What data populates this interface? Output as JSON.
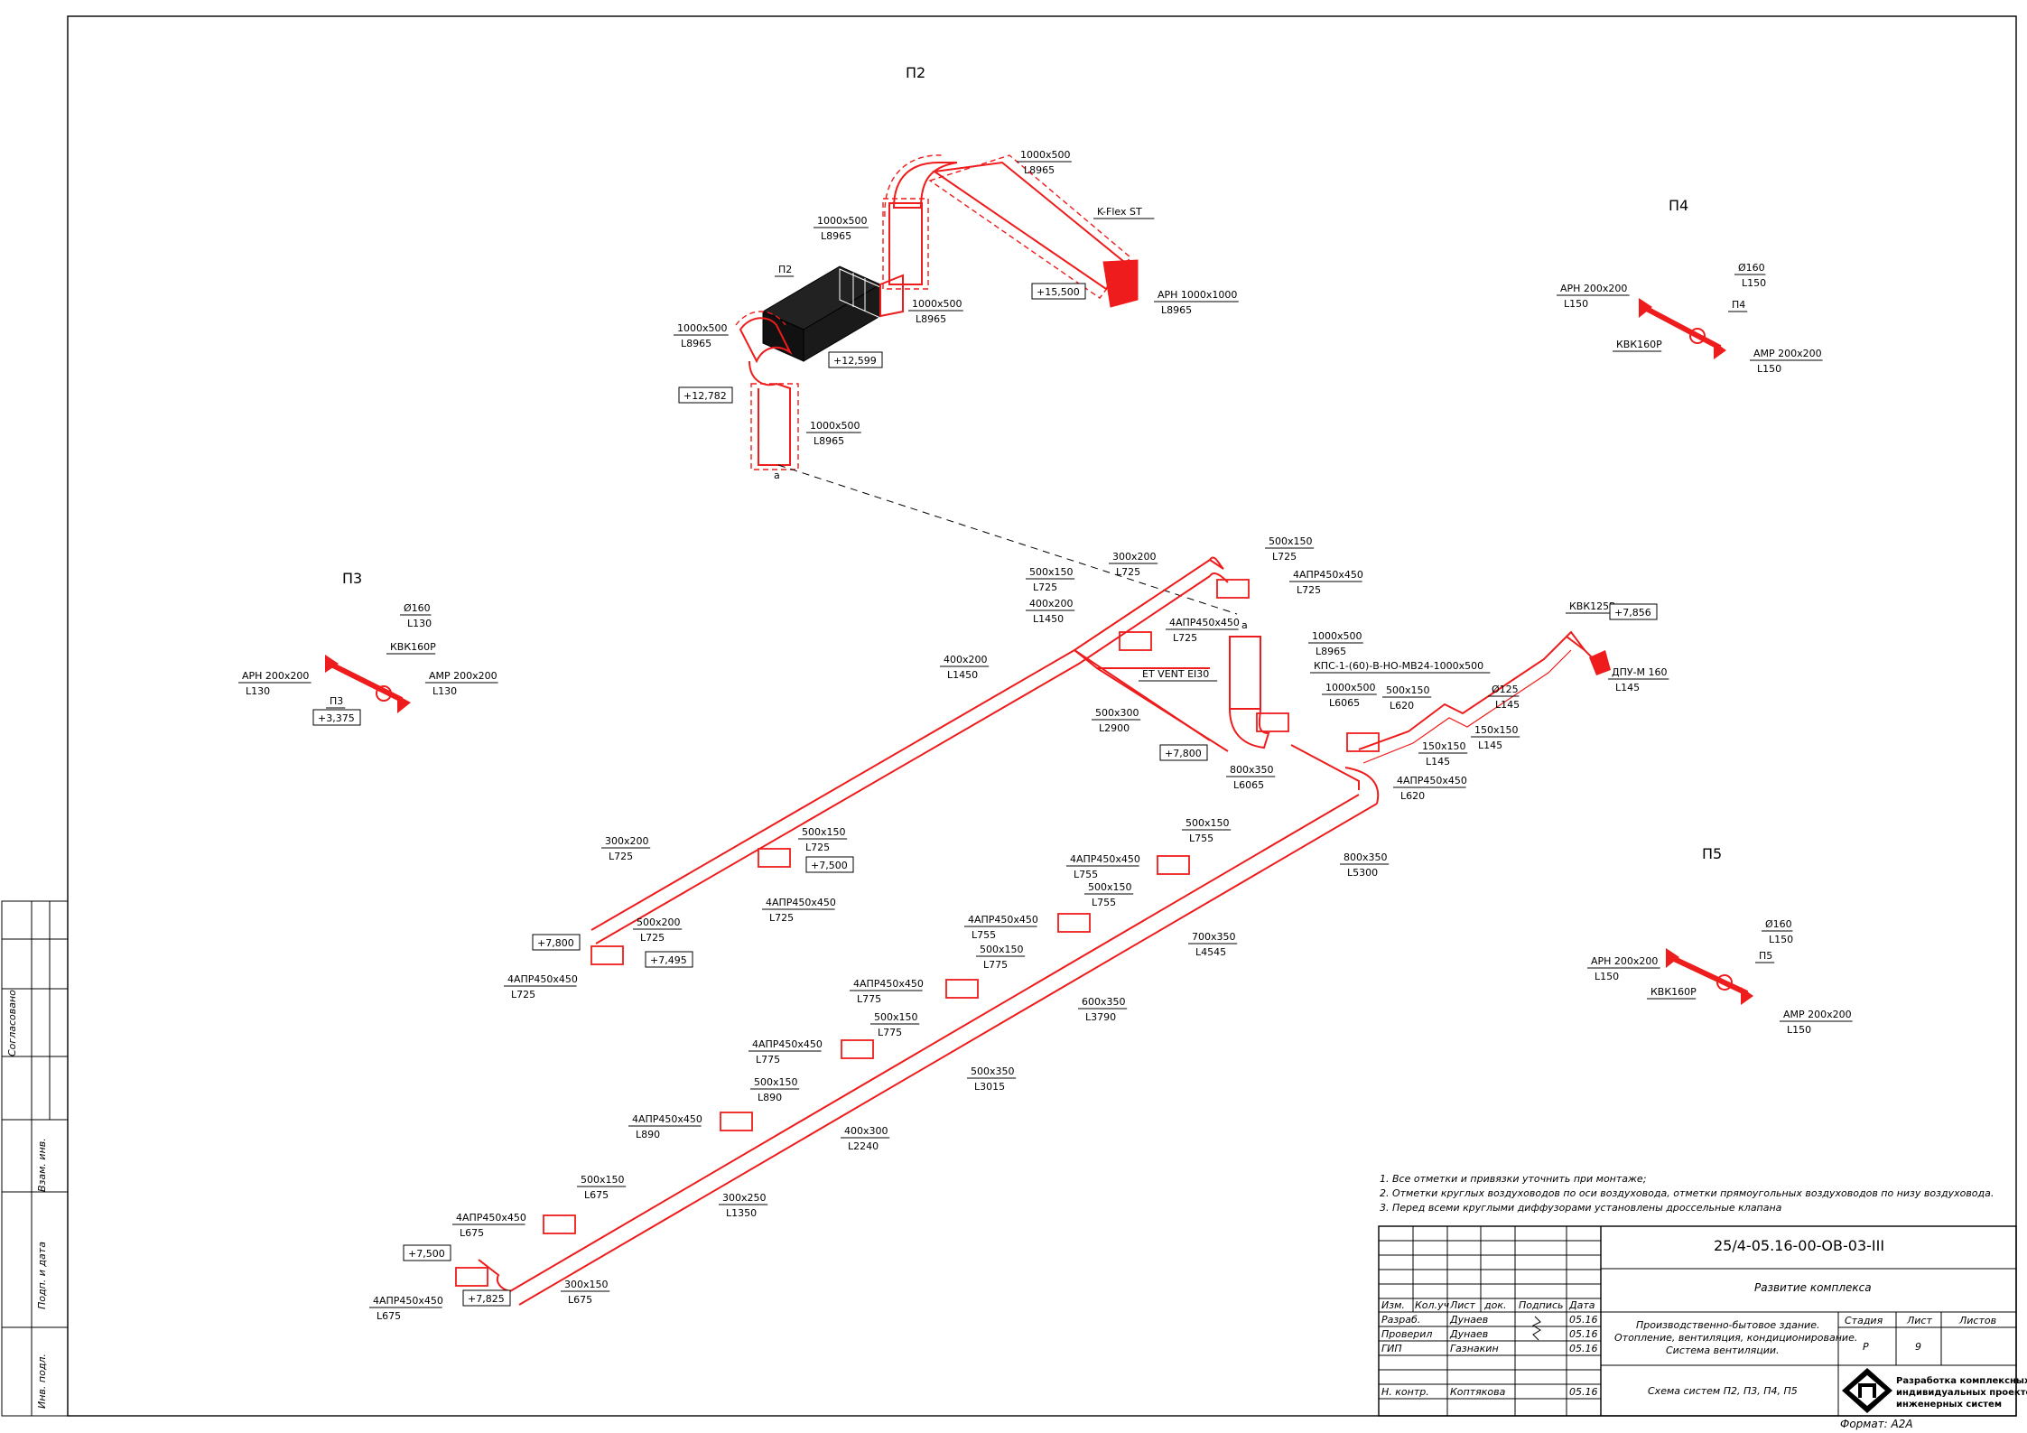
{
  "drawing": {
    "systems": [
      {
        "id": "p2_title",
        "text": "П2"
      },
      {
        "id": "p3_title",
        "text": "П3"
      },
      {
        "id": "p4_title",
        "text": "П4"
      },
      {
        "id": "p5_title",
        "text": "П5"
      }
    ],
    "labels": [
      {
        "top": "1000x500",
        "bottom": "L8965"
      },
      {
        "top": "K-Flex ST",
        "bottom": ""
      },
      {
        "top": "1000x500",
        "bottom": "L8965"
      },
      {
        "top": "П2",
        "bottom": ""
      },
      {
        "top": "1000x500",
        "bottom": "L8965"
      },
      {
        "top": "АРН 1000x1000",
        "bottom": "L8965"
      },
      {
        "top": "1000x500",
        "bottom": "L8965"
      },
      {
        "top": "1000x500",
        "bottom": "L8965"
      },
      {
        "top": "500x150",
        "bottom": "L725"
      },
      {
        "top": "300x200",
        "bottom": "L725"
      },
      {
        "top": "500x150",
        "bottom": "L725"
      },
      {
        "top": "4АПР450x450",
        "bottom": "L725"
      },
      {
        "top": "400x200",
        "bottom": "L1450"
      },
      {
        "top": "4АПР450x450",
        "bottom": "L725"
      },
      {
        "top": "400x200",
        "bottom": "L1450"
      },
      {
        "top": "1000x500",
        "bottom": "L8965"
      },
      {
        "top": "ET VENT EI30",
        "bottom": ""
      },
      {
        "top": "КПС-1-(60)-В-НО-МВ24-1000x500",
        "bottom": ""
      },
      {
        "top": "1000x500",
        "bottom": "L6065"
      },
      {
        "top": "500x300",
        "bottom": "L2900"
      },
      {
        "top": "500x150",
        "bottom": "L620"
      },
      {
        "top": "800x350",
        "bottom": "L6065"
      },
      {
        "top": "4АПР450x450",
        "bottom": "L620"
      },
      {
        "top": "150x150",
        "bottom": "L145"
      },
      {
        "top": "150x150",
        "bottom": "L145"
      },
      {
        "top": "Ø125",
        "bottom": "L145"
      },
      {
        "top": "КВК125Р",
        "bottom": ""
      },
      {
        "top": "ДПУ-М 160",
        "bottom": "L145"
      },
      {
        "top": "300x200",
        "bottom": "L725"
      },
      {
        "top": "500x150",
        "bottom": "L725"
      },
      {
        "top": "4АПР450x450",
        "bottom": "L725"
      },
      {
        "top": "500x200",
        "bottom": "L725"
      },
      {
        "top": "4АПР450x450",
        "bottom": "L725"
      },
      {
        "top": "500x150",
        "bottom": "L755"
      },
      {
        "top": "4АПР450x450",
        "bottom": "L755"
      },
      {
        "top": "500x150",
        "bottom": "L755"
      },
      {
        "top": "800x350",
        "bottom": "L5300"
      },
      {
        "top": "4АПР450x450",
        "bottom": "L755"
      },
      {
        "top": "500x150",
        "bottom": "L775"
      },
      {
        "top": "700x350",
        "bottom": "L4545"
      },
      {
        "top": "4АПР450x450",
        "bottom": "L775"
      },
      {
        "top": "500x150",
        "bottom": "L775"
      },
      {
        "top": "600x350",
        "bottom": "L3790"
      },
      {
        "top": "4АПР450x450",
        "bottom": "L775"
      },
      {
        "top": "500x150",
        "bottom": "L890"
      },
      {
        "top": "500x350",
        "bottom": "L3015"
      },
      {
        "top": "4АПР450x450",
        "bottom": "L890"
      },
      {
        "top": "400x300",
        "bottom": "L2240"
      },
      {
        "top": "500x150",
        "bottom": "L675"
      },
      {
        "top": "300x250",
        "bottom": "L1350"
      },
      {
        "top": "4АПР450x450",
        "bottom": "L675"
      },
      {
        "top": "300x150",
        "bottom": "L675"
      },
      {
        "top": "4АПР450x450",
        "bottom": "L675"
      },
      {
        "top": "Ø160",
        "bottom": "L130"
      },
      {
        "top": "КВК160Р",
        "bottom": ""
      },
      {
        "top": "АРН 200x200",
        "bottom": "L130"
      },
      {
        "top": "АМР 200x200",
        "bottom": "L130"
      },
      {
        "top": "П3",
        "bottom": ""
      },
      {
        "top": "АРН 200x200",
        "bottom": "L150"
      },
      {
        "top": "Ø160",
        "bottom": "L150"
      },
      {
        "top": "П4",
        "bottom": ""
      },
      {
        "top": "КВК160Р",
        "bottom": ""
      },
      {
        "top": "АМР 200x200",
        "bottom": "L150"
      },
      {
        "top": "Ø160",
        "bottom": "L150"
      },
      {
        "top": "АРН 200x200",
        "bottom": "L150"
      },
      {
        "top": "П5",
        "bottom": ""
      },
      {
        "top": "КВК160Р",
        "bottom": ""
      },
      {
        "top": "АМР 200x200",
        "bottom": "L150"
      }
    ],
    "elevations": [
      "+15,500",
      "+12,599",
      "+12,782",
      "+7,856",
      "+7,800",
      "+7,500",
      "+7,800",
      "+7,495",
      "+7,500",
      "+7,825",
      "+3,375"
    ],
    "points": [
      "а",
      "а"
    ]
  },
  "notes": [
    "1. Все отметки и привязки уточнить при монтаже;",
    "2. Отметки круглых воздуховодов по оси воздуховода, отметки прямоугольных воздуховодов по низу воздуховода.",
    "3. Перед всеми круглыми диффузорами установлены дроссельные клапана"
  ],
  "side_stamp": {
    "rows": [
      "Согласовано",
      "Взам. инв.",
      "Подп. и дата",
      "Инв. подл."
    ]
  },
  "title_block": {
    "code": "25/4-05.16-00-ОВ-03-III",
    "project": "Развитие комплекса",
    "headers": [
      "Изм.",
      "Кол.уч",
      "Лист",
      "док.",
      "Подпись",
      "Дата"
    ],
    "people": [
      {
        "role": "Разраб.",
        "name": "Дунаев",
        "date": "05.16"
      },
      {
        "role": "Проверил",
        "name": "Дунаев",
        "date": "05.16"
      },
      {
        "role": "ГИП",
        "name": "Газнакин",
        "date": "05.16"
      },
      {
        "role": "Н. контр.",
        "name": "Коптякова",
        "date": "05.16"
      }
    ],
    "description": [
      "Производственно-бытовое здание.",
      "Отопление, вентиляция, кондиционирование.",
      "Система вентиляции."
    ],
    "stage_headers": [
      "Стадия",
      "Лист",
      "Листов"
    ],
    "stage": "Р",
    "sheet": "9",
    "sheets": "",
    "drawing_name": "Схема систем П2, П3, П4, П5",
    "company": [
      "Разработка комплексных",
      "индивидуальных проектов",
      "инженерных систем"
    ],
    "format": "Формат: А2А"
  }
}
